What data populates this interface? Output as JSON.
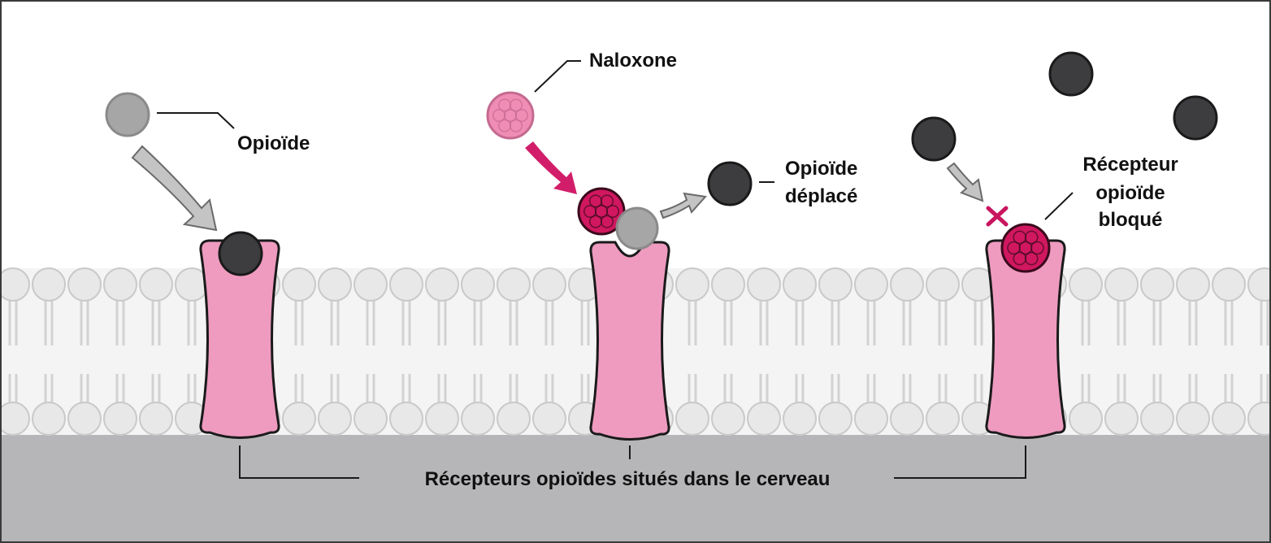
{
  "colors": {
    "background": "#ffffff",
    "border": "#3a3a3a",
    "brain_region": "#b6b6b8",
    "membrane_band": "#f4f4f4",
    "phospholipid_head": "#e8e8e8",
    "phospholipid_tail": "#d2d2d2",
    "receptor": "#ee9bbf",
    "receptor_outline": "#1a1a1a",
    "opioid_light": "#a6a6a6",
    "opioid_dark": "#3d3d3f",
    "naloxone_light": "#f08db4",
    "naloxone_dark": "#d0175f",
    "arrow_gray": "#c4c4c4",
    "arrow_pink": "#d21e6a",
    "block_mark": "#c8155e",
    "leader_line": "#1a1a1a"
  },
  "labels": {
    "opioid": "Opioïde",
    "naloxone": "Naloxone",
    "displaced_line1": "Opioïde",
    "displaced_line2": "déplacé",
    "blocked_line1": "Récepteur",
    "blocked_line2": "opioïde",
    "blocked_line3": "bloqué",
    "receptors_caption": "Récepteurs opioïdes situés dans le cerveau"
  },
  "icons": {
    "block_mark": "x-icon",
    "arrows": "curved-arrow-icon"
  }
}
